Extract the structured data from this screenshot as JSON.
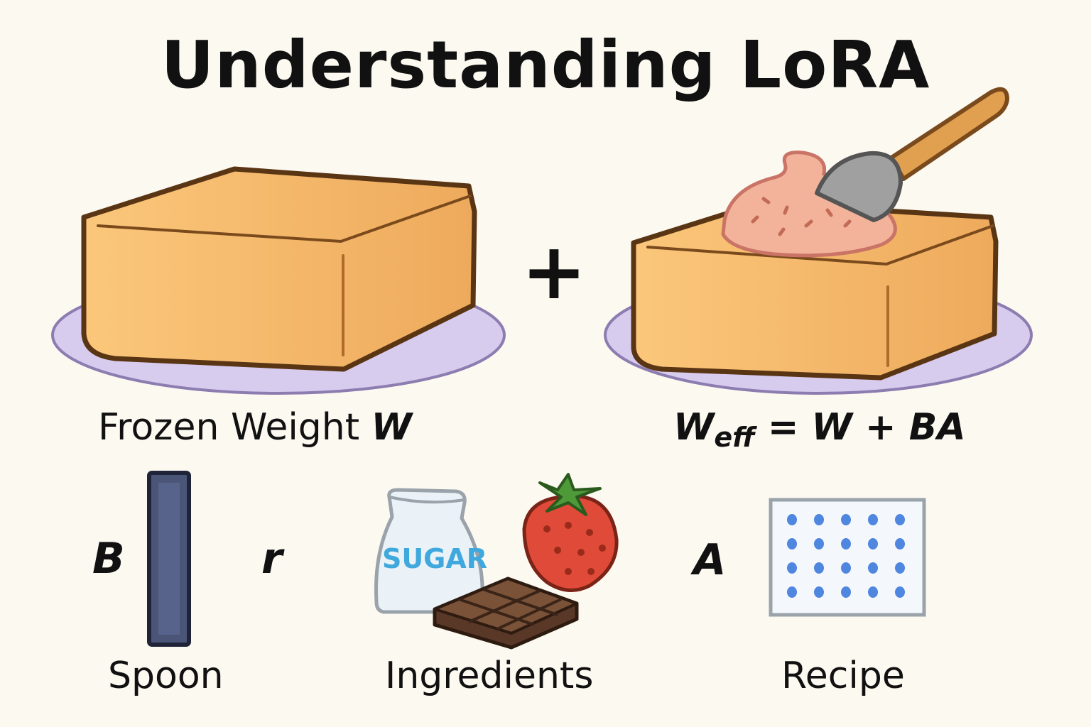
{
  "title": "Understanding LoRA",
  "plus_sign": "+",
  "cake_left": {
    "label": "Frozen Weight ",
    "symbol": "W"
  },
  "cake_right": {
    "formula": {
      "w": "W",
      "sub": "eff",
      "rest": " = W + BA"
    }
  },
  "bottom": {
    "matrix_b": {
      "symbol": "B",
      "caption": "Spoon"
    },
    "rank": {
      "symbol": "r"
    },
    "ingredients": {
      "caption": "Ingredients",
      "jar_text": "SUGAR"
    },
    "matrix_a": {
      "symbol": "A",
      "caption": "Recipe"
    }
  },
  "colors": {
    "background": "#fcf9f1",
    "cake": "#f9c47a",
    "cake_outline": "#5a3514",
    "plate": "#d7cbee",
    "frosting": "#f3b39a",
    "spoon_handle": "#e0a050",
    "matrix_b": "#4a5577",
    "dots": "#4f86e0",
    "strawberry": "#e04a38",
    "chocolate": "#6b4530"
  }
}
